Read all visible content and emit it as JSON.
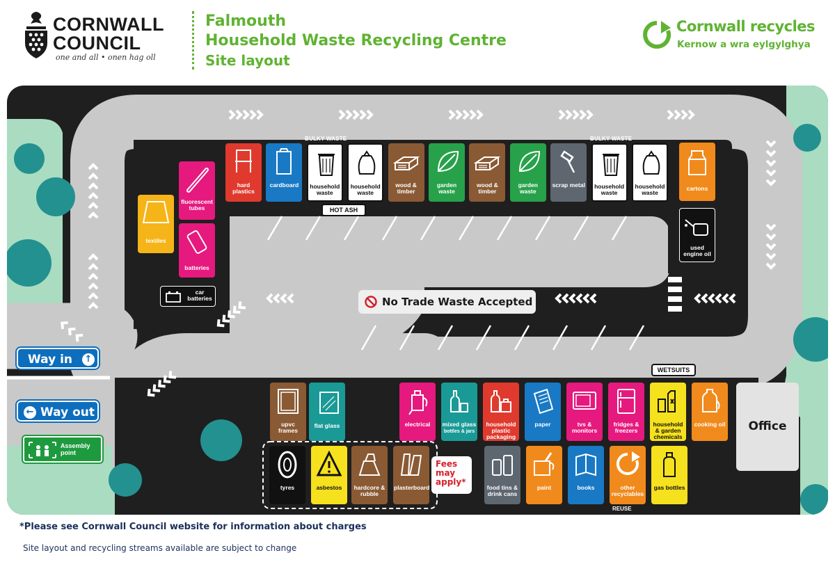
{
  "header": {
    "council_name_line1": "CORNWALL",
    "council_name_line2": "COUNCIL",
    "council_motto": "one and all • onen hag oll",
    "title_line1": "Falmouth",
    "title_line2": "Household Waste Recycling Centre",
    "title_line3": "Site layout",
    "brand_name": "Cornwall recycles",
    "brand_tagline": "Kernow a wra eylgylghya"
  },
  "colors": {
    "brand_green": "#5fb332",
    "road": "#c9c9c9",
    "tarmac": "#1f1f1f",
    "grass": "#a9dcc1",
    "tree": "#23918f",
    "way_blue": "#0d6ebd",
    "assembly_green": "#1e9a3e",
    "fees_red": "#d4202a"
  },
  "map": {
    "bulky_waste_label": "BULKY WASTE",
    "hot_ash_label": "HOT ASH",
    "no_trade_waste": "No Trade Waste Accepted",
    "way_in": "Way in",
    "way_out": "Way out",
    "assembly_point": "Assembly point",
    "wetsuits_label": "WETSUITS",
    "office_label": "Office",
    "fees_notice": "Fees may apply*",
    "reuse_label": "REUSE",
    "top_row_bins": [
      {
        "label": "hard plastics",
        "color": "#e03a2e",
        "icon": "chair-icon"
      },
      {
        "label": "cardboard",
        "color": "#1979c4",
        "icon": "cardboard-box-icon"
      },
      {
        "label": "household waste",
        "color": "#ffffff",
        "icon": "wheelie-bin-icon"
      },
      {
        "label": "household waste",
        "color": "#ffffff",
        "icon": "rubbish-bag-icon"
      },
      {
        "label": "wood & timber",
        "color": "#8a5a34",
        "icon": "timber-icon"
      },
      {
        "label": "garden waste",
        "color": "#27a24a",
        "icon": "leaf-icon"
      },
      {
        "label": "wood & timber",
        "color": "#8a5a34",
        "icon": "timber-icon"
      },
      {
        "label": "garden waste",
        "color": "#27a24a",
        "icon": "leaf-icon"
      },
      {
        "label": "scrap metal",
        "color": "#5e6770",
        "icon": "bolt-icon"
      },
      {
        "label": "household waste",
        "color": "#ffffff",
        "icon": "wheelie-bin-icon"
      },
      {
        "label": "household waste",
        "color": "#ffffff",
        "icon": "rubbish-bag-icon"
      }
    ],
    "cartons": {
      "label": "cartons",
      "color": "#f18a1c",
      "icon": "carton-icon"
    },
    "used_engine_oil": {
      "label": "used engine oil",
      "color": "#111111",
      "icon": "oil-can-icon"
    },
    "left_bins": [
      {
        "label": "textiles",
        "color": "#f5b418",
        "icon": "shirt-icon"
      },
      {
        "label": "fluorescent tubes",
        "color": "#e6197e",
        "icon": "tube-icon"
      },
      {
        "label": "batteries",
        "color": "#e6197e",
        "icon": "battery-icon"
      },
      {
        "label": "car batteries",
        "color": "#111111",
        "icon": "car-battery-icon"
      }
    ],
    "bottom_row_upper": [
      {
        "label": "upvc frames",
        "color": "#8a5a34",
        "icon": "window-frame-icon"
      },
      {
        "label": "flat glass",
        "color": "#ffffff",
        "icon": "flat-glass-icon"
      },
      {
        "label": "electrical",
        "color": "#e6197e",
        "icon": "kettle-icon"
      },
      {
        "label": "mixed glass",
        "sublabel": "bottles & jars",
        "color": "#1a9a96",
        "icon": "glass-bottles-icon"
      },
      {
        "label": "household plastic packaging",
        "color": "#e03a2e",
        "icon": "plastic-bottles-icon"
      },
      {
        "label": "paper",
        "color": "#1979c4",
        "icon": "paper-icon"
      },
      {
        "label": "tvs & monitors",
        "color": "#e6197e",
        "icon": "tv-icon"
      },
      {
        "label": "fridges & freezers",
        "color": "#e6197e",
        "icon": "fridge-icon"
      },
      {
        "label": "household & garden chemicals",
        "color": "#f6e11e",
        "icon": "chemicals-icon"
      },
      {
        "label": "cooking oil",
        "color": "#f18a1c",
        "icon": "oil-bottle-icon"
      }
    ],
    "bottom_row_lower": [
      {
        "label": "tyres",
        "color": "#111111",
        "icon": "tyre-icon"
      },
      {
        "label": "asbestos",
        "color": "#f6e11e",
        "icon": "hazard-icon"
      },
      {
        "label": "hardcore & rubble",
        "color": "#8a5a34",
        "icon": "rubble-icon"
      },
      {
        "label": "plasterboard",
        "color": "#8a5a34",
        "icon": "plasterboard-icon"
      },
      {
        "label": "food tins & drink cans",
        "color": "#5e6770",
        "icon": "cans-icon"
      },
      {
        "label": "paint",
        "color": "#f18a1c",
        "icon": "paint-icon"
      },
      {
        "label": "books",
        "color": "#1979c4",
        "icon": "book-icon"
      },
      {
        "label": "other recyclables",
        "color": "#f18a1c",
        "icon": "recycle-icon"
      },
      {
        "label": "gas bottles",
        "color": "#f6e11e",
        "icon": "gas-bottle-icon"
      }
    ]
  },
  "footer": {
    "charges_note": "*Please see Cornwall Council website for information about charges",
    "change_note": "Site layout and recycling streams available are subject to change"
  }
}
